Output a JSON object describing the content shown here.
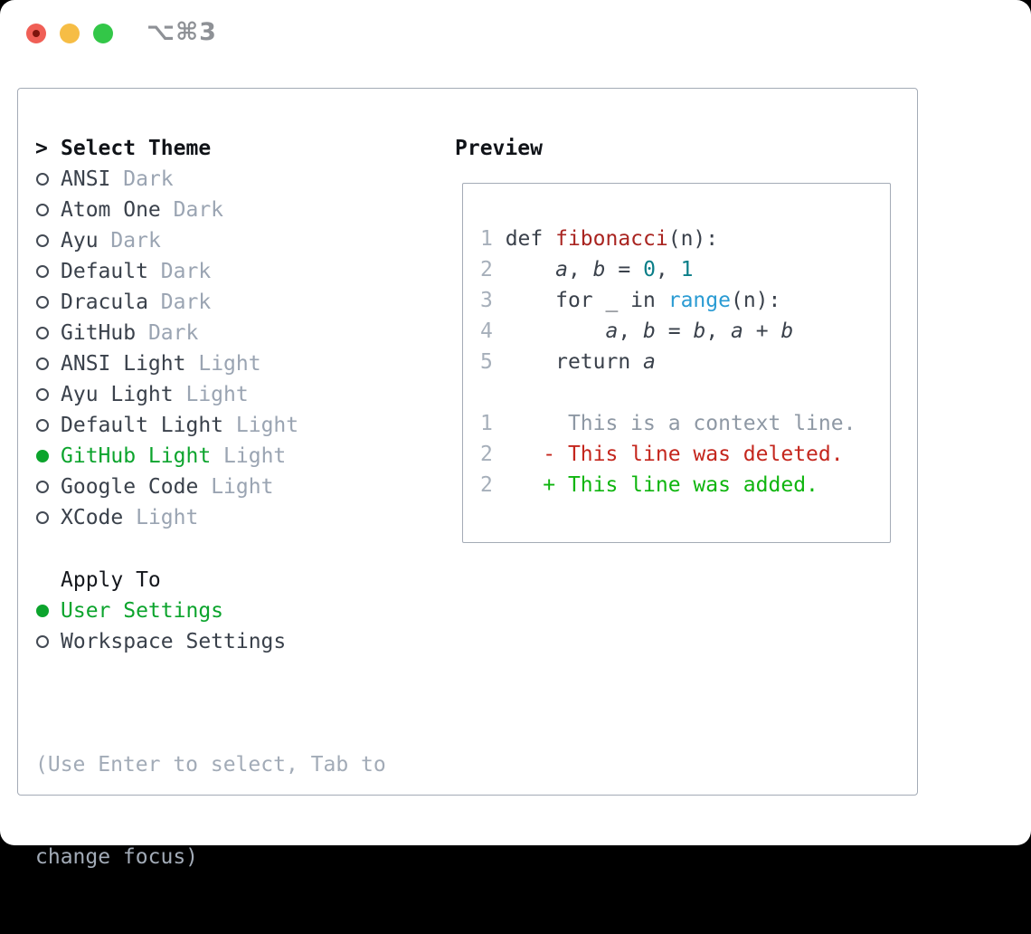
{
  "window": {
    "shortcut": "⌥⌘3"
  },
  "titlebar": {
    "buttons": [
      {
        "name": "close",
        "color": "#f05f56"
      },
      {
        "name": "minimize",
        "color": "#f6bd45"
      },
      {
        "name": "zoom",
        "color": "#33c748"
      }
    ]
  },
  "theme_select": {
    "prompt": ">",
    "title": "Select Theme",
    "themes": [
      {
        "name": "ANSI",
        "variant": "Dark",
        "selected": false
      },
      {
        "name": "Atom One",
        "variant": "Dark",
        "selected": false
      },
      {
        "name": "Ayu",
        "variant": "Dark",
        "selected": false
      },
      {
        "name": "Default",
        "variant": "Dark",
        "selected": false
      },
      {
        "name": "Dracula",
        "variant": "Dark",
        "selected": false
      },
      {
        "name": "GitHub",
        "variant": "Dark",
        "selected": false
      },
      {
        "name": "ANSI Light",
        "variant": "Light",
        "selected": false
      },
      {
        "name": "Ayu Light",
        "variant": "Light",
        "selected": false
      },
      {
        "name": "Default Light",
        "variant": "Light",
        "selected": false
      },
      {
        "name": "GitHub Light",
        "variant": "Light",
        "selected": true
      },
      {
        "name": "Google Code",
        "variant": "Light",
        "selected": false
      },
      {
        "name": "XCode",
        "variant": "Light",
        "selected": false
      }
    ]
  },
  "apply_to": {
    "title": "Apply To",
    "options": [
      {
        "label": "User Settings",
        "selected": true
      },
      {
        "label": "Workspace Settings",
        "selected": false
      }
    ]
  },
  "hint": {
    "lines": [
      "(Use Enter to select, Tab to",
      "change focus)"
    ]
  },
  "preview": {
    "title": "Preview",
    "lines": [
      {
        "num": "1",
        "segments": [
          {
            "t": "def ",
            "c": "code"
          },
          {
            "t": "fibonacci",
            "c": "func"
          },
          {
            "t": "(n):",
            "c": "code"
          }
        ]
      },
      {
        "num": "2",
        "segments": [
          {
            "t": "    ",
            "c": "code"
          },
          {
            "t": "a",
            "c": "var"
          },
          {
            "t": ", ",
            "c": "code"
          },
          {
            "t": "b",
            "c": "var"
          },
          {
            "t": " = ",
            "c": "code"
          },
          {
            "t": "0",
            "c": "num"
          },
          {
            "t": ", ",
            "c": "code"
          },
          {
            "t": "1",
            "c": "num"
          }
        ]
      },
      {
        "num": "3",
        "segments": [
          {
            "t": "    for _ in ",
            "c": "code"
          },
          {
            "t": "range",
            "c": "builtin"
          },
          {
            "t": "(n):",
            "c": "code"
          }
        ]
      },
      {
        "num": "4",
        "segments": [
          {
            "t": "        ",
            "c": "code"
          },
          {
            "t": "a",
            "c": "var"
          },
          {
            "t": ", ",
            "c": "code"
          },
          {
            "t": "b",
            "c": "var"
          },
          {
            "t": " = ",
            "c": "code"
          },
          {
            "t": "b",
            "c": "var"
          },
          {
            "t": ", ",
            "c": "code"
          },
          {
            "t": "a",
            "c": "var"
          },
          {
            "t": " + ",
            "c": "code"
          },
          {
            "t": "b",
            "c": "var"
          }
        ]
      },
      {
        "num": "5",
        "segments": [
          {
            "t": "    return ",
            "c": "code"
          },
          {
            "t": "a",
            "c": "var"
          }
        ]
      },
      {
        "num": "",
        "segments": []
      },
      {
        "num": "1",
        "segments": [
          {
            "t": "     This is a context line.",
            "c": "context"
          }
        ]
      },
      {
        "num": "2",
        "segments": [
          {
            "t": "   - This line was deleted.",
            "c": "deleted"
          }
        ]
      },
      {
        "num": "2",
        "segments": [
          {
            "t": "   + This line was added.",
            "c": "added"
          }
        ]
      }
    ]
  },
  "colors": {
    "selection_green": "#0ca42d",
    "added_green": "#0fb50f",
    "deleted_red": "#c4261d",
    "function_red": "#a92420",
    "number_teal": "#0a7e88",
    "builtin_blue": "#2a9bd3",
    "text_dark": "#3a414b",
    "muted_gray": "#9aa4b2",
    "border_gray": "#a4abb6"
  }
}
